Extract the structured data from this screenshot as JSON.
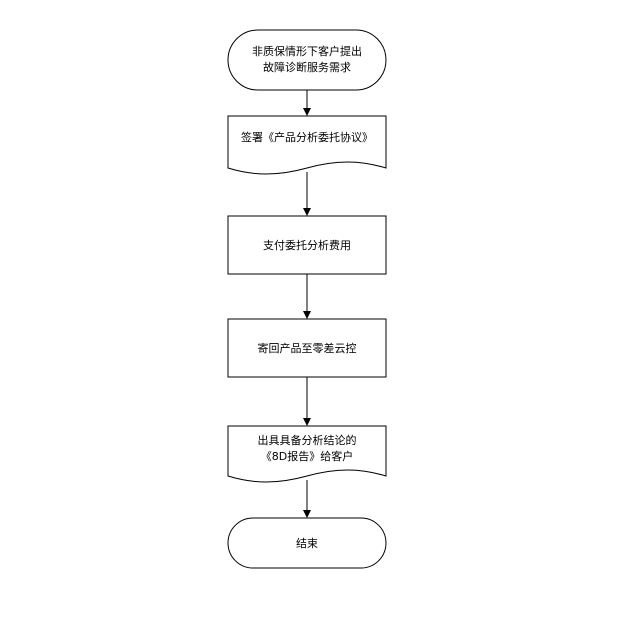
{
  "flowchart": {
    "colors": {
      "stroke": "#000000",
      "fill": "#ffffff",
      "text": "#000000"
    },
    "nodes": [
      {
        "id": "start",
        "shape": "terminator",
        "lines": [
          "非质保情形下客户提出",
          "故障诊断服务需求"
        ]
      },
      {
        "id": "sign-agreement",
        "shape": "document",
        "lines": [
          "签署《产品分析委托协议》"
        ]
      },
      {
        "id": "pay-fee",
        "shape": "process",
        "lines": [
          "支付委托分析费用"
        ]
      },
      {
        "id": "send-product",
        "shape": "process",
        "lines": [
          "寄回产品至零差云控"
        ]
      },
      {
        "id": "issue-report",
        "shape": "document",
        "lines": [
          "出具具备分析结论的",
          "《8D报告》给客户"
        ]
      },
      {
        "id": "end",
        "shape": "terminator",
        "lines": [
          "结束"
        ]
      }
    ]
  }
}
